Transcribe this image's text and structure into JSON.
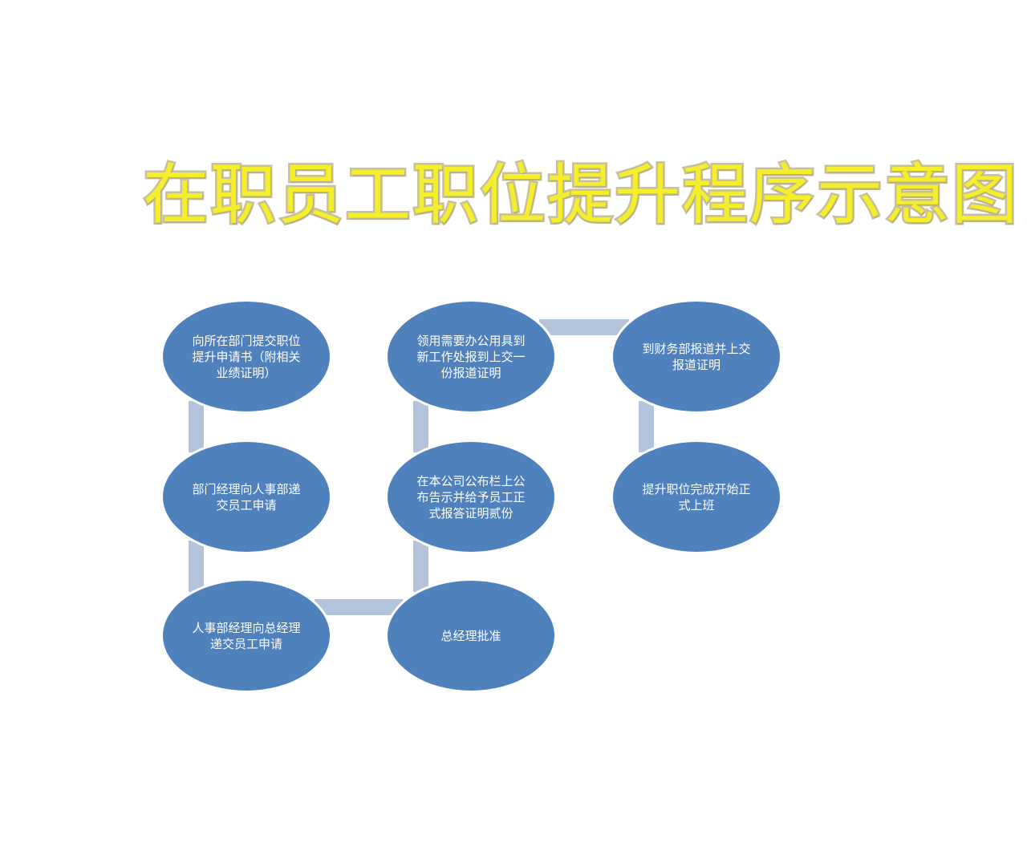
{
  "title": "在职员工职位提升程序示意图",
  "colors": {
    "node_fill": "#4f81bd",
    "node_text": "#ffffff",
    "connector": "#b4c3dc",
    "title_fill": "#f4ef2a",
    "title_outline": "#c7c09a"
  },
  "flow": {
    "steps": [
      {
        "order": 1,
        "label": "向所在部门提交职位提升申请书（附相关业绩证明）"
      },
      {
        "order": 2,
        "label": "部门经理向人事部递交员工申请"
      },
      {
        "order": 3,
        "label": "人事部经理向总经理递交员工申请"
      },
      {
        "order": 4,
        "label": "总经理批准"
      },
      {
        "order": 5,
        "label": "在本公司公布栏上公布告示并给予员工正式报答证明贰份"
      },
      {
        "order": 6,
        "label": "领用需要办公用具到新工作处报到上交一份报道证明"
      },
      {
        "order": 7,
        "label": "到财务部报道并上交报道证明"
      },
      {
        "order": 8,
        "label": "提升职位完成开始正式上班"
      }
    ]
  }
}
